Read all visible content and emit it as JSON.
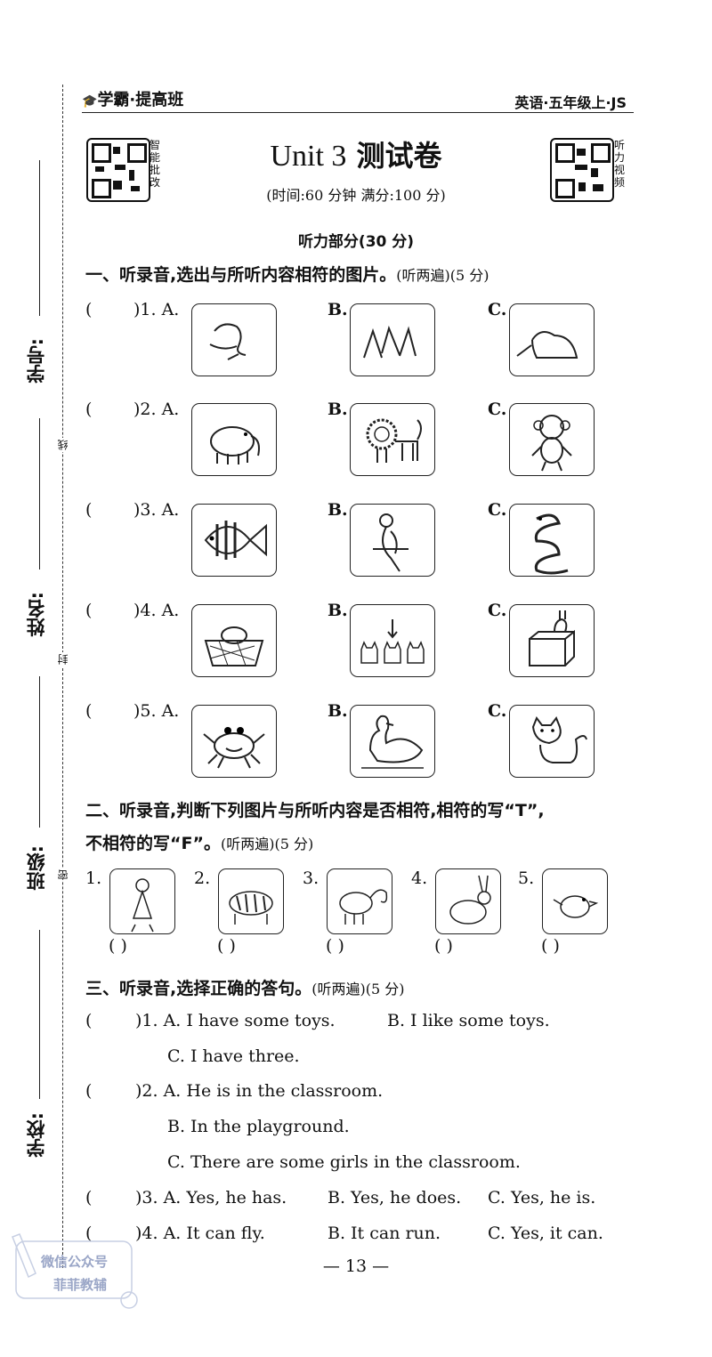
{
  "header": {
    "brand": "学霸·提高班",
    "subject": "英语·五年级上·JS",
    "title_en": "Unit 3",
    "title_cn": "测试卷",
    "time_score": "(时间:60 分钟   满分:100 分)",
    "qr_left_caption": "智能批改",
    "qr_right_caption": "听力视频"
  },
  "sidebar": {
    "student_no": "学号:",
    "name": "姓名:",
    "class": "班级:",
    "school": "学校:",
    "mark_line": "线",
    "mark_seal": "封",
    "mark_seal2": "密"
  },
  "listening": {
    "heading": "听力部分(30 分)"
  },
  "section1": {
    "title": "一、听录音,选出与所听内容相符的图片。",
    "note": "(听两遍)(5 分)",
    "questions": [
      {
        "num": ")1. A.",
        "pics": [
          "elephant-trunk-icon",
          "animal-legs-icon",
          "animal-tail-icon"
        ]
      },
      {
        "num": ")2. A.",
        "pics": [
          "elephant-icon",
          "lion-icon",
          "monkey-icon"
        ]
      },
      {
        "num": ")3. A.",
        "pics": [
          "fish-icon",
          "parrot-icon",
          "snake-icon"
        ]
      },
      {
        "num": ")4. A.",
        "pics": [
          "basket-animal-icon",
          "three-cats-icon",
          "rabbit-box-icon"
        ]
      },
      {
        "num": ")5. A.",
        "pics": [
          "crab-icon",
          "duck-icon",
          "cat-icon"
        ]
      }
    ],
    "letters": [
      "A.",
      "B.",
      "C."
    ],
    "paren": "(     "
  },
  "section2": {
    "title": "二、听录音,判断下列图片与所听内容是否相符,相符的写“T”,",
    "title2": "不相符的写“F”。",
    "note": "(听两遍)(5 分)",
    "items": [
      {
        "num": "1.",
        "icon": "doll-icon"
      },
      {
        "num": "2.",
        "icon": "tiger-icon"
      },
      {
        "num": "3.",
        "icon": "elephant-small-icon"
      },
      {
        "num": "4.",
        "icon": "rabbit-icon"
      },
      {
        "num": "5.",
        "icon": "bird-icon"
      }
    ],
    "blank": "(        )"
  },
  "section3": {
    "title": "三、听录音,选择正确的答句。",
    "note": "(听两遍)(5 分)",
    "lines": [
      {
        "paren": "(",
        "text": ")1. A. I have some toys.",
        "text_b": "B. I like some toys."
      },
      {
        "paren": "",
        "text": "C. I have three.",
        "text_b": ""
      },
      {
        "paren": "(",
        "text": ")2. A. He is in the classroom.",
        "text_b": ""
      },
      {
        "paren": "",
        "text": "B. In the playground.",
        "text_b": ""
      },
      {
        "paren": "",
        "text": "C. There are some girls in the classroom.",
        "text_b": ""
      },
      {
        "paren": "(",
        "text": ")3. A. Yes, he has.",
        "text_b": "B. Yes, he does.",
        "text_c": "C. Yes, he is."
      },
      {
        "paren": "(",
        "text": ")4. A. It can fly.",
        "text_b": "B. It can run.",
        "text_c": "C. Yes, it can."
      }
    ]
  },
  "footer": {
    "page_number": "— 13 —",
    "watermark_line1": "微信公众号",
    "watermark_line2": "菲菲教辅"
  }
}
